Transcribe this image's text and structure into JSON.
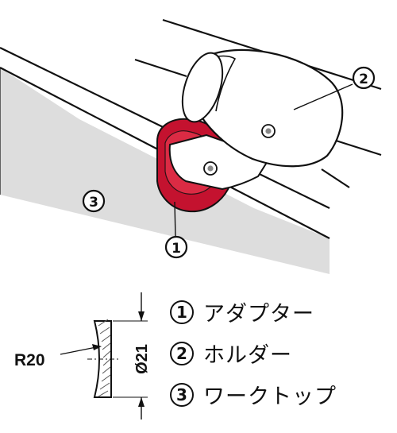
{
  "callouts": [
    {
      "number": "1",
      "label": "アダプター"
    },
    {
      "number": "2",
      "label": "ホルダー"
    },
    {
      "number": "3",
      "label": "ワークトップ"
    }
  ],
  "dimensions": {
    "radius": "R20",
    "diameter": "Ø21"
  },
  "colors": {
    "adapter": "#c4122f",
    "worktop": "#dddddd",
    "line": "#111111"
  }
}
